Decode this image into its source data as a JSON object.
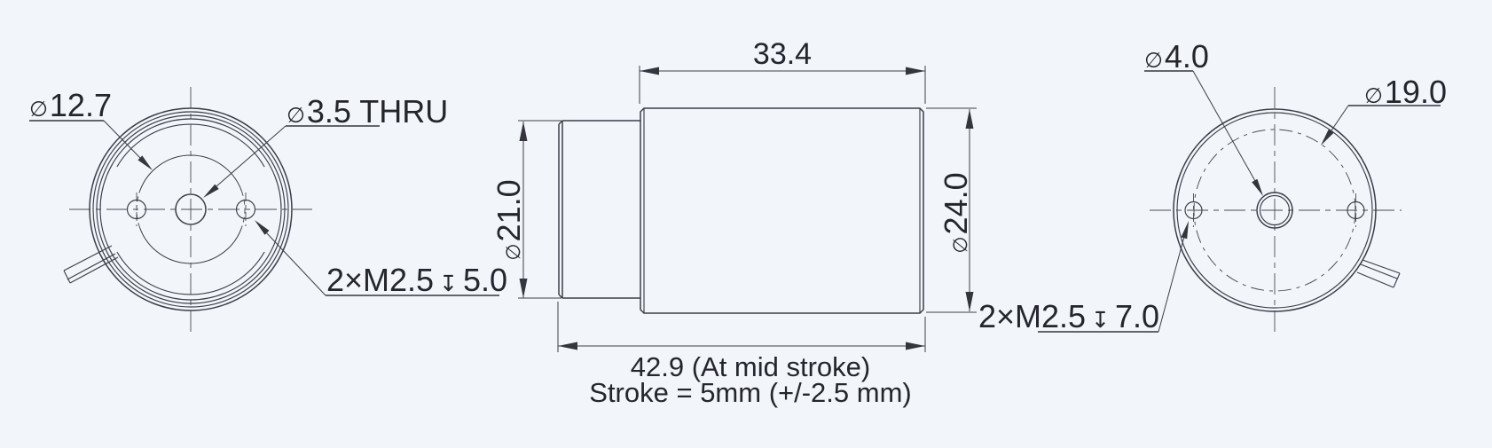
{
  "drawing": {
    "type": "engineering-three-view",
    "part": "cylindrical voice-coil actuator",
    "colors": {
      "background": "#f2f6fb",
      "line": "#3d3d47",
      "text": "#25252e"
    },
    "front_view": {
      "bolt_circle_label": {
        "dia_symbol": "∅",
        "value": "12.7"
      },
      "center_hole_label": {
        "dia_symbol": "∅",
        "value": "3.5 THRU"
      },
      "tap_note": {
        "count": "2×M2.5",
        "depth_symbol": "↧",
        "depth": "5.0"
      }
    },
    "side_view": {
      "body_length": "33.4",
      "shaft_dia": {
        "dia_symbol": "∅",
        "value": "21.0"
      },
      "body_dia": {
        "dia_symbol": "∅",
        "value": "24.0"
      },
      "overall_length": "42.9 (At mid stroke)",
      "stroke_note": "Stroke = 5mm (+/-2.5 mm)"
    },
    "rear_view": {
      "shaft_hole_label": {
        "dia_symbol": "∅",
        "value": "4.0"
      },
      "bolt_circle_label": {
        "dia_symbol": "∅",
        "value": "19.0"
      },
      "tap_note": {
        "count": "2×M2.5",
        "depth_symbol": "↧",
        "depth": "7.0"
      }
    }
  }
}
